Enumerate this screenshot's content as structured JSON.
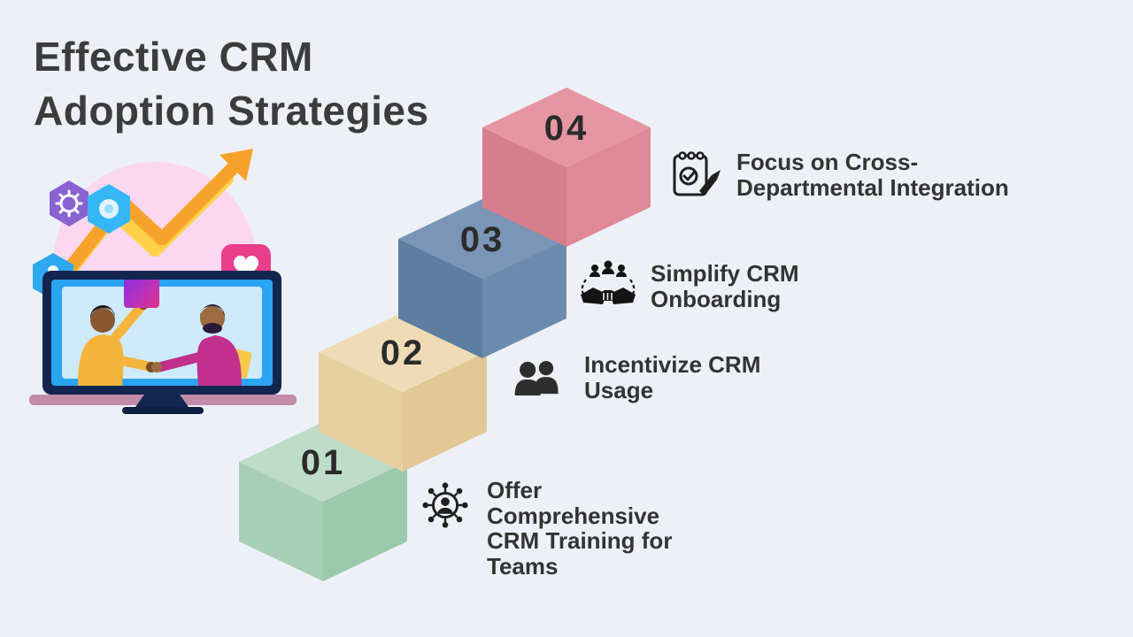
{
  "title": {
    "line1": "Effective CRM",
    "line2": "Adoption Strategies"
  },
  "steps": [
    {
      "number": "01",
      "label": "Offer Comprehensive CRM Training for Teams",
      "icon": "network-person-icon",
      "colors": {
        "top": "#bedcc8",
        "left": "#a7cfb5",
        "right": "#9cc8ac"
      }
    },
    {
      "number": "02",
      "label": "Incentivize CRM Usage",
      "icon": "two-users-icon",
      "colors": {
        "top": "#efdcb6",
        "left": "#e8cfa0",
        "right": "#e3c794"
      }
    },
    {
      "number": "03",
      "label": "Simplify CRM Onboarding",
      "icon": "handshake-icon",
      "colors": {
        "top": "#7b95b6",
        "left": "#5d7da1",
        "right": "#6c8cad"
      }
    },
    {
      "number": "04",
      "label": "Focus on Cross-Departmental Integration",
      "icon": "clipboard-check-icon",
      "colors": {
        "top": "#e696a2",
        "left": "#d77e8d",
        "right": "#df8896"
      }
    }
  ],
  "style": {
    "background_color": "#edf1f7",
    "title_color": "#3c3c3c",
    "label_color": "#333333",
    "number_color": "#2b2b2b"
  }
}
